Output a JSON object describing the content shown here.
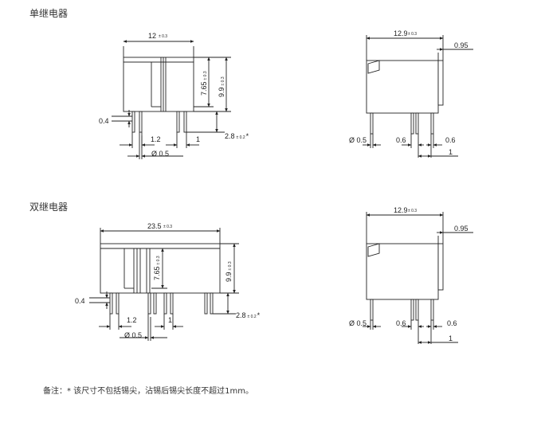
{
  "sections": {
    "single": {
      "title": "单继电器",
      "front": {
        "width": "12",
        "width_tol": "± 0.3",
        "inner_height": "7.65",
        "inner_height_tol": "± 0.3",
        "height": "9.9",
        "height_tol": "± 0.3",
        "standoff": "0.4",
        "pitch": "1.2",
        "pin_dia": "Ø 0.5",
        "pin_gap": "1",
        "pin_len": "2.8",
        "pin_len_tol": "± 0.2",
        "pin_len_mark": "*"
      },
      "side": {
        "width": "12.9",
        "width_tol": "± 0.3",
        "offset": "0.95",
        "pin_dia": "Ø 0.5",
        "pin_w1": "0.6",
        "pin_w2": "0.6",
        "pitch": "1"
      }
    },
    "double": {
      "title": "双继电器",
      "front": {
        "width": "23.5",
        "width_tol": "± 0.3",
        "inner_height": "7.65",
        "inner_height_tol": "± 0.3",
        "height": "9.9",
        "height_tol": "± 0.3",
        "standoff": "0.4",
        "pitch": "1.2",
        "pin_dia": "Ø 0.5",
        "pin_gap": "1",
        "pin_len": "2.8",
        "pin_len_tol": "± 0.2",
        "pin_len_mark": "*"
      },
      "side": {
        "width": "12.9",
        "width_tol": "± 0.3",
        "offset": "0.95",
        "pin_dia": "Ø 0.5",
        "pin_w1": "0.6",
        "pin_w2": "0.6",
        "pitch": "1"
      }
    }
  },
  "note": "备注：* 该尺寸不包括锡尖，沾锡后锡尖长度不超过1mm。"
}
